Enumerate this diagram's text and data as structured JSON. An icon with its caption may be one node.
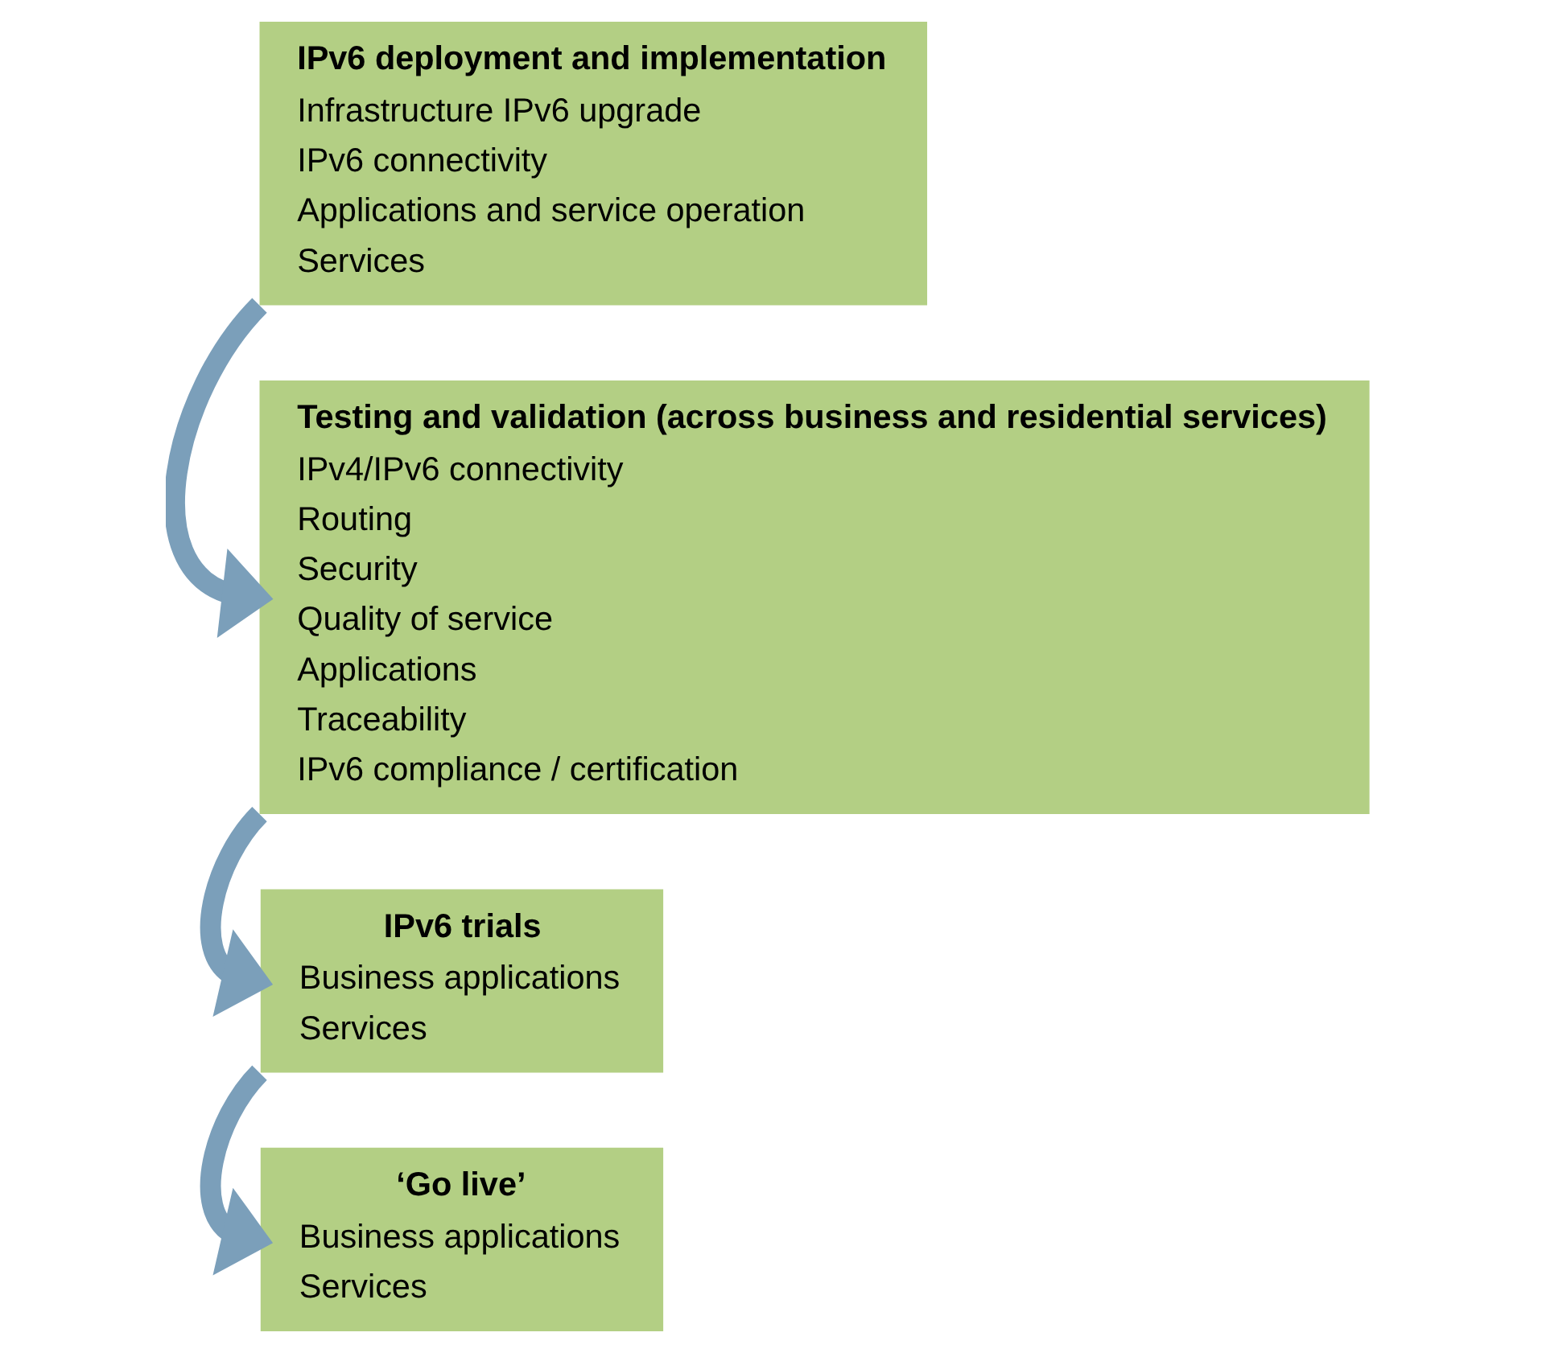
{
  "diagram": {
    "nodes": [
      {
        "text": [
          "IPv6 deployment and implementation",
          "Infrastructure IPv6 upgrade",
          "IPv6 connectivity",
          "Applications and service operation",
          "Services"
        ]
      },
      {
        "text": [
          "Testing and validation (across business and residential services)",
          "IPv4/IPv6 connectivity",
          "Routing",
          "Security",
          "Quality of service",
          "Applications",
          "Traceability",
          "IPv6 compliance / certification"
        ]
      },
      {
        "text": [
          "IPv6 trials",
          "Business applications",
          "Services"
        ]
      },
      {
        "text": [
          "‘Go live’",
          "Business applications",
          "Services"
        ]
      }
    ],
    "edges": [
      {
        "from": 0,
        "to": 1,
        "arrow": "to"
      },
      {
        "from": 1,
        "to": 2,
        "arrow": "to"
      },
      {
        "from": 2,
        "to": 3,
        "arrow": "to"
      }
    ]
  }
}
